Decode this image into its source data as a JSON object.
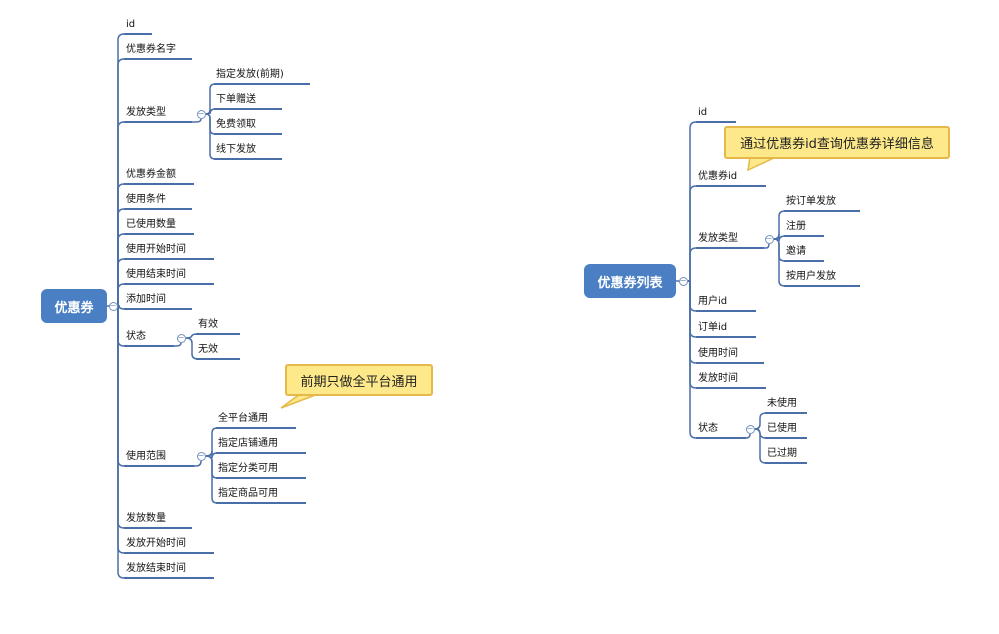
{
  "left": {
    "root": "优惠券",
    "children": [
      "id",
      "优惠券名字",
      "发放类型",
      "优惠券金额",
      "使用条件",
      "已使用数量",
      "使用开始时间",
      "使用结束时间",
      "添加时间",
      "状态",
      "使用范围",
      "发放数量",
      "发放开始时间",
      "发放结束时间"
    ],
    "issue_types": [
      "指定发放(前期)",
      "下单赠送",
      "免费领取",
      "线下发放"
    ],
    "status_values": [
      "有效",
      "无效"
    ],
    "scope_values": [
      "全平台通用",
      "指定店铺通用",
      "指定分类可用",
      "指定商品可用"
    ],
    "callout": "前期只做全平台通用"
  },
  "right": {
    "root": "优惠券列表",
    "children": [
      "id",
      "优惠券id",
      "发放类型",
      "用户id",
      "订单id",
      "使用时间",
      "发放时间",
      "状态"
    ],
    "issue_types": [
      "按订单发放",
      "注册",
      "邀请",
      "按用户发放"
    ],
    "status_values": [
      "未使用",
      "已使用",
      "已过期"
    ],
    "callout": "通过优惠券id查询优惠券详细信息"
  },
  "colors": {
    "root_fill": "#4a7fc4",
    "branch_line": "#4a6fa8",
    "callout_fill": "#fde98a",
    "callout_border": "#e6b84a"
  },
  "icons": {
    "collapse": "minus-circle-icon"
  }
}
